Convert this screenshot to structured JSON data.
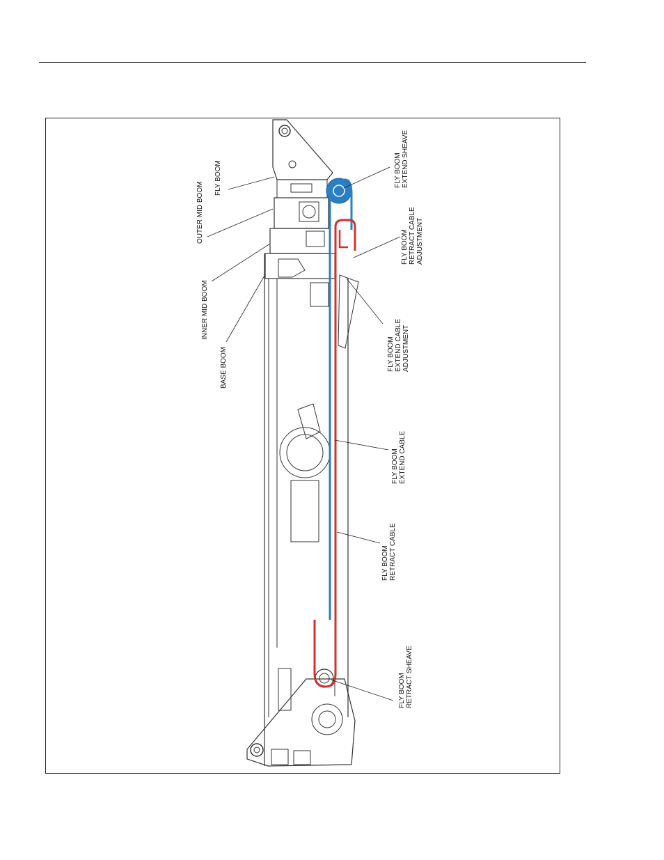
{
  "labels": {
    "fly_boom": "FLY BOOM",
    "outer_mid_boom": "OUTER MID BOOM",
    "inner_mid_boom": "INNER MID BOOM",
    "base_boom": "BASE BOOM",
    "extend_sheave": [
      "FLY BOOM",
      "EXTEND SHEAVE"
    ],
    "retract_cable_adjustment": [
      "FLY BOOM",
      "RETRACT CABLE",
      "ADJUSTMENT"
    ],
    "extend_cable_adjustment": [
      "FLY BOOM",
      "EXTEND CABLE",
      "ADJUSTMENT"
    ],
    "extend_cable": [
      "FLY BOOM",
      "EXTEND CABLE"
    ],
    "retract_cable": [
      "FLY BOOM",
      "RETRACT CABLE"
    ],
    "retract_sheave": [
      "FLY BOOM",
      "RETRACT SHEAVE"
    ]
  },
  "colors": {
    "extend_cable": "#2a7fc4",
    "retract_cable": "#d3322c",
    "line_art": "#333333"
  }
}
